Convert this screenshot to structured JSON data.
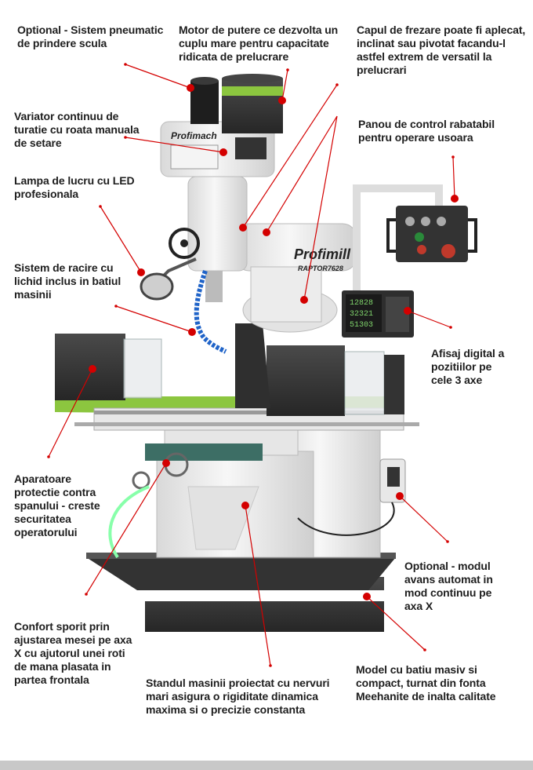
{
  "callouts": [
    {
      "id": "pneumatic",
      "text": "Optional - Sistem pneumatic\nde prindere scula"
    },
    {
      "id": "motor",
      "text": "Motor de putere ce dezvolta un\ncuplu mare pentru capacitate\nridicata de prelucrare"
    },
    {
      "id": "head",
      "text": "Capul de frezare poate fi aplecat,\ninclinat sau pivotat facandu-l\nastfel extrem de versatil la\nprelucrari"
    },
    {
      "id": "variator",
      "text": "Variator continuu de\nturatie cu roata manuala\nde setare"
    },
    {
      "id": "panel",
      "text": "Panou de control rabatabil\npentru operare usoara"
    },
    {
      "id": "lamp",
      "text": "Lampa de lucru cu LED\nprofesionala"
    },
    {
      "id": "cooling",
      "text": "Sistem de racire cu\nlichid inclus in batiul\nmasinii"
    },
    {
      "id": "dro",
      "text": "Afisaj digital a\npozitiilor pe\ncele 3 axe"
    },
    {
      "id": "guard",
      "text": "Aparatoare\nprotectie contra\nspanului - creste\nsecuritatea\noperatorului"
    },
    {
      "id": "feed",
      "text": "Optional -  modul\navans automat in\nmod continuu pe\naxa X"
    },
    {
      "id": "comfort",
      "text": "Confort sporit prin\najustarea mesei pe axa\nX cu ajutorul unei roti\nde mana  plasata in\npartea frontala"
    },
    {
      "id": "base",
      "text": "Model cu batiu masiv si\ncompact, turnat din fonta\nMeehanite de inalta calitate"
    },
    {
      "id": "stand",
      "text": "Standul masinii proiectat cu nervuri\nmari asigura o rigiditate dinamica\nmaxima si o precizie constanta"
    }
  ],
  "machine": {
    "brand_head": "Profimach",
    "brand_ram": "Profimill",
    "model": "RAPTOR7628",
    "dro_line1": "12828",
    "dro_line2": "32321",
    "dro_line3": "51303"
  },
  "colors": {
    "leader": "#d40000",
    "accent_green": "#8cc63f",
    "casting": "#efefef",
    "guard_dark": "#3a3a3a",
    "base_dark": "#2b2b2b"
  }
}
